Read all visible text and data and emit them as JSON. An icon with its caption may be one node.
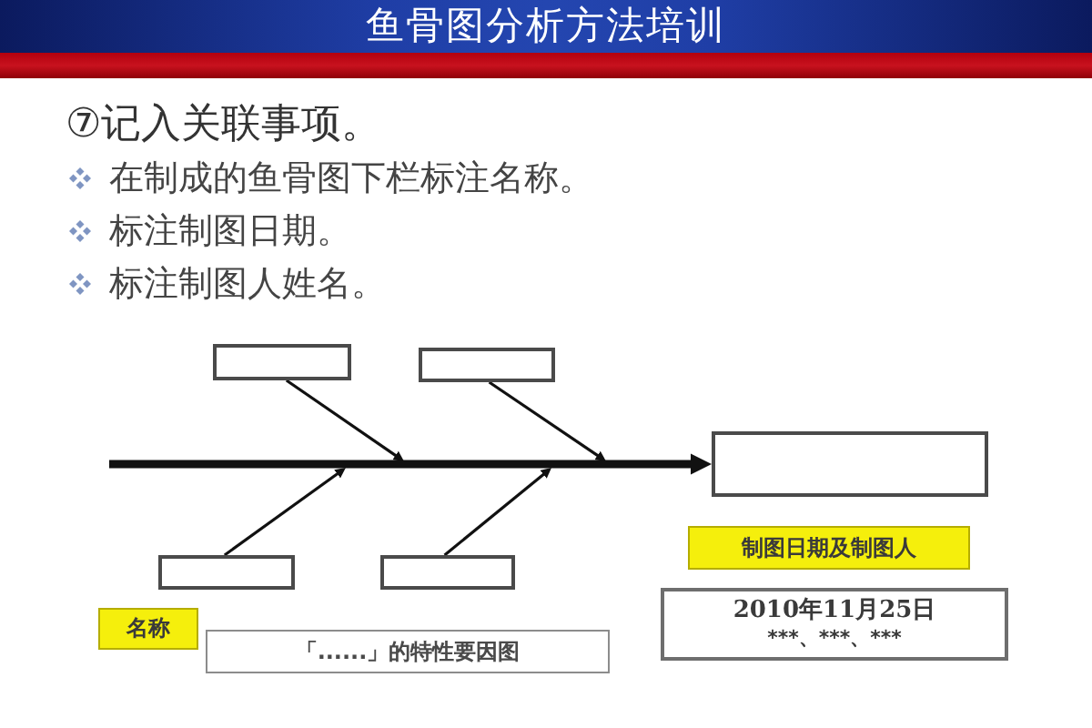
{
  "diagram": {
    "title": "鱼骨图分析方法培训",
    "nodes": [
      {
        "text": [],
        "shape": "box"
      },
      {
        "text": [],
        "shape": "box"
      },
      {
        "text": [],
        "shape": "box"
      },
      {
        "text": [],
        "shape": "box"
      },
      {
        "text": [],
        "shape": "box"
      },
      {
        "text": [
          "名称"
        ]
      },
      {
        "text": [
          "「......」的特性要因图"
        ]
      },
      {
        "text": [
          "制图日期及制图人"
        ]
      },
      {
        "text": [
          "2010年11月25日",
          "***、***、***"
        ]
      }
    ],
    "edges": [
      {
        "from": 0,
        "to": null,
        "arrow": "to"
      },
      {
        "from": 1,
        "to": null,
        "arrow": "to"
      },
      {
        "from": 2,
        "to": null,
        "arrow": "to"
      },
      {
        "from": 3,
        "to": null,
        "arrow": "to"
      },
      {
        "from": null,
        "to": 4,
        "arrow": "to",
        "style": "thick"
      }
    ],
    "labels": [
      "⑦记入关联事项。",
      "在制成的鱼骨图下栏标注名称。",
      "标注制图日期。",
      "标注制图人姓名。"
    ]
  }
}
